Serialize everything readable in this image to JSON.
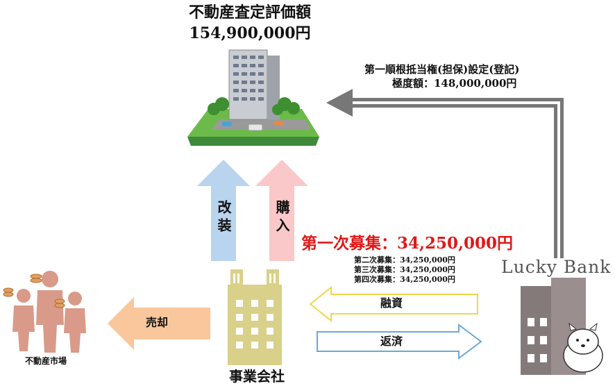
{
  "appraisal": {
    "label": "不動産査定評価額",
    "amount": "154,900,000円"
  },
  "mortgage": {
    "line1": "第一順根抵当権(担保)設定(登記)",
    "line2": "極度額：148,000,000円"
  },
  "arrows": {
    "renovation": "改装",
    "purchase": "購入",
    "sale": "売却",
    "financing": "融資",
    "repayment": "返済"
  },
  "fundraising": {
    "first": "第一次募集：34,250,000円",
    "others": [
      "第二次募集：34,250,000円",
      "第三次募集：34,250,000円",
      "第四次募集：34,250,000円"
    ]
  },
  "company": {
    "label": "事業会社"
  },
  "market": {
    "label": "不動産市場"
  },
  "bank": {
    "logo": "Lucky Bank"
  }
}
